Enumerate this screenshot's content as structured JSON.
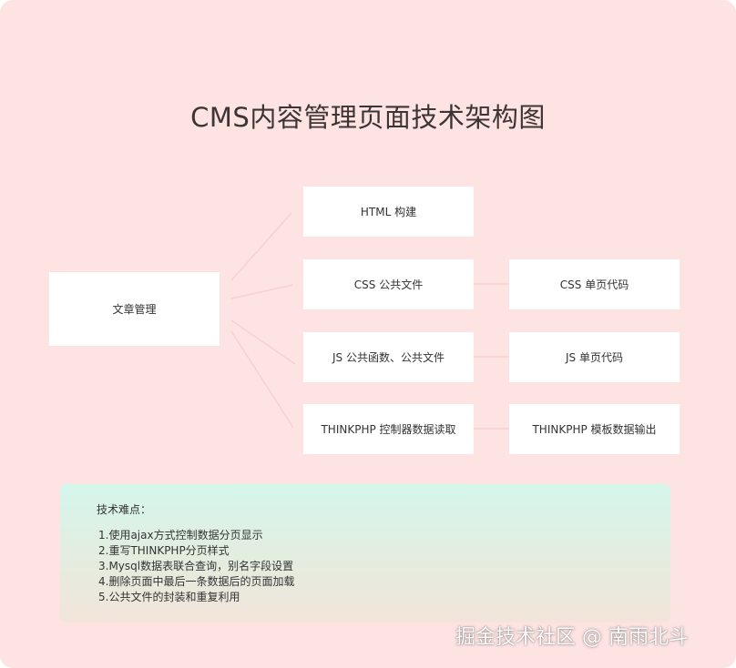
{
  "title": "CMS内容管理页面技术架构图",
  "root": {
    "label": "文章管理"
  },
  "branches": [
    {
      "label": "HTML 构建"
    },
    {
      "label": "CSS 公共文件",
      "child": "CSS 单页代码"
    },
    {
      "label": "JS 公共函数、公共文件",
      "child": "JS 单页代码"
    },
    {
      "label": "THINKPHP 控制器数据读取",
      "child": "THINKPHP 模板数据输出"
    }
  ],
  "notes": {
    "title": "技术难点：",
    "items": [
      "1.使用ajax方式控制数据分页显示",
      "2.重写THINKPHP分页样式",
      "3.Mysql数据表联合查询，别名字段设置",
      "4.删除页面中最后一条数据后的页面加载",
      "5.公共文件的封装和重复利用"
    ]
  },
  "watermark": "掘金技术社区 @ 南雨北斗",
  "colors": {
    "background": "#fde3e2",
    "node": "#ffffff",
    "connector": "#f5d2d0",
    "note_top": "#d5f6ec",
    "note_bottom": "#f3e4dc",
    "text": "#333333"
  }
}
